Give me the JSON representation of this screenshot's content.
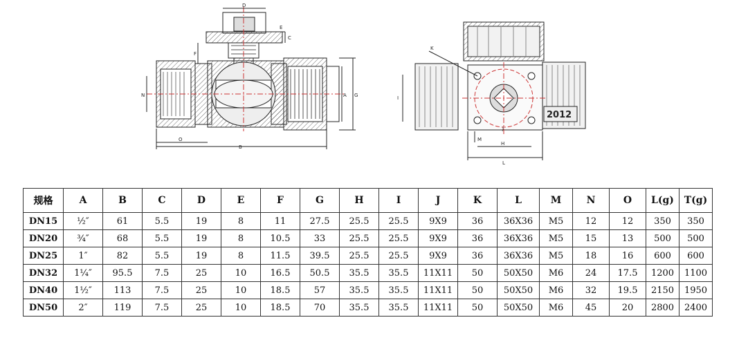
{
  "drawing": {
    "dim_labels": [
      "D",
      "E",
      "C",
      "F",
      "N",
      "O",
      "B",
      "A",
      "G",
      "K",
      "H",
      "L",
      "M",
      "I",
      "J"
    ],
    "stamp": "2012"
  },
  "table": {
    "headers": [
      "规格",
      "A",
      "B",
      "C",
      "D",
      "E",
      "F",
      "G",
      "H",
      "I",
      "J",
      "K",
      "L",
      "M",
      "N",
      "O",
      "L(g)",
      "T(g)"
    ],
    "rows": [
      [
        "DN15",
        "½″",
        "61",
        "5.5",
        "19",
        "8",
        "11",
        "27.5",
        "25.5",
        "25.5",
        "9X9",
        "36",
        "36X36",
        "M5",
        "12",
        "12",
        "350",
        "350"
      ],
      [
        "DN20",
        "¾″",
        "68",
        "5.5",
        "19",
        "8",
        "10.5",
        "33",
        "25.5",
        "25.5",
        "9X9",
        "36",
        "36X36",
        "M5",
        "15",
        "13",
        "500",
        "500"
      ],
      [
        "DN25",
        "1″",
        "82",
        "5.5",
        "19",
        "8",
        "11.5",
        "39.5",
        "25.5",
        "25.5",
        "9X9",
        "36",
        "36X36",
        "M5",
        "18",
        "16",
        "600",
        "600"
      ],
      [
        "DN32",
        "1¼″",
        "95.5",
        "7.5",
        "25",
        "10",
        "16.5",
        "50.5",
        "35.5",
        "35.5",
        "11X11",
        "50",
        "50X50",
        "M6",
        "24",
        "17.5",
        "1200",
        "1100"
      ],
      [
        "DN40",
        "1½″",
        "113",
        "7.5",
        "25",
        "10",
        "18.5",
        "57",
        "35.5",
        "35.5",
        "11X11",
        "50",
        "50X50",
        "M6",
        "32",
        "19.5",
        "2150",
        "1950"
      ],
      [
        "DN50",
        "2″",
        "119",
        "7.5",
        "25",
        "10",
        "18.5",
        "70",
        "35.5",
        "35.5",
        "11X11",
        "50",
        "50X50",
        "M6",
        "45",
        "20",
        "2800",
        "2400"
      ]
    ]
  }
}
